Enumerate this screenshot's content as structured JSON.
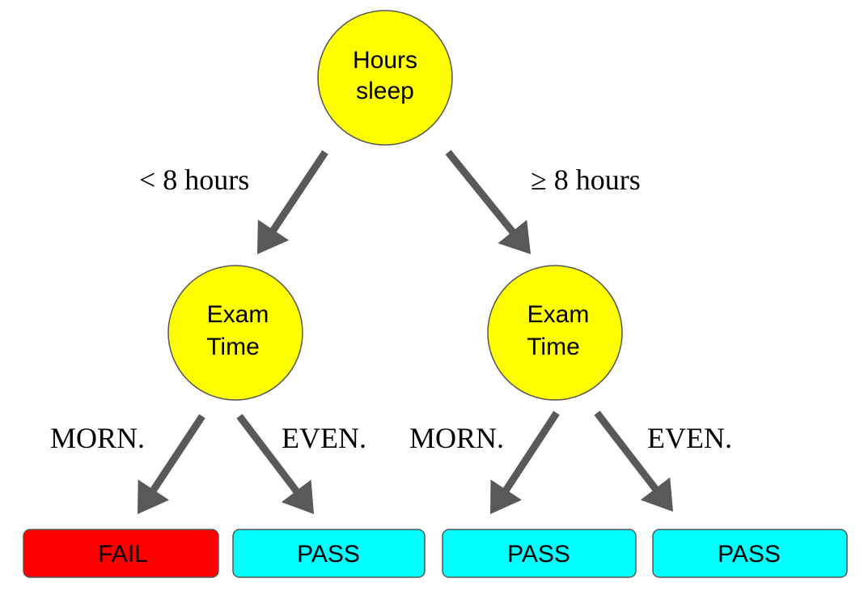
{
  "colors": {
    "decision_node": "#ffff00",
    "fail_leaf": "#ff0000",
    "pass_leaf": "#00ffff",
    "edge": "#595959"
  },
  "root": {
    "line1": "Hours",
    "line2": "sleep"
  },
  "nodes": [
    {
      "line1": "Exam",
      "line2": "Time"
    },
    {
      "line1": "Exam",
      "line2": "Time"
    }
  ],
  "edges": {
    "root_left": "< 8 hours",
    "root_right": "≥ 8 hours",
    "left_morn": "MORN.",
    "left_even": "EVEN.",
    "right_morn": "MORN.",
    "right_even": "EVEN."
  },
  "leaves": [
    {
      "label": "FAIL",
      "outcome": "fail"
    },
    {
      "label": "PASS",
      "outcome": "pass"
    },
    {
      "label": "PASS",
      "outcome": "pass"
    },
    {
      "label": "PASS",
      "outcome": "pass"
    }
  ]
}
